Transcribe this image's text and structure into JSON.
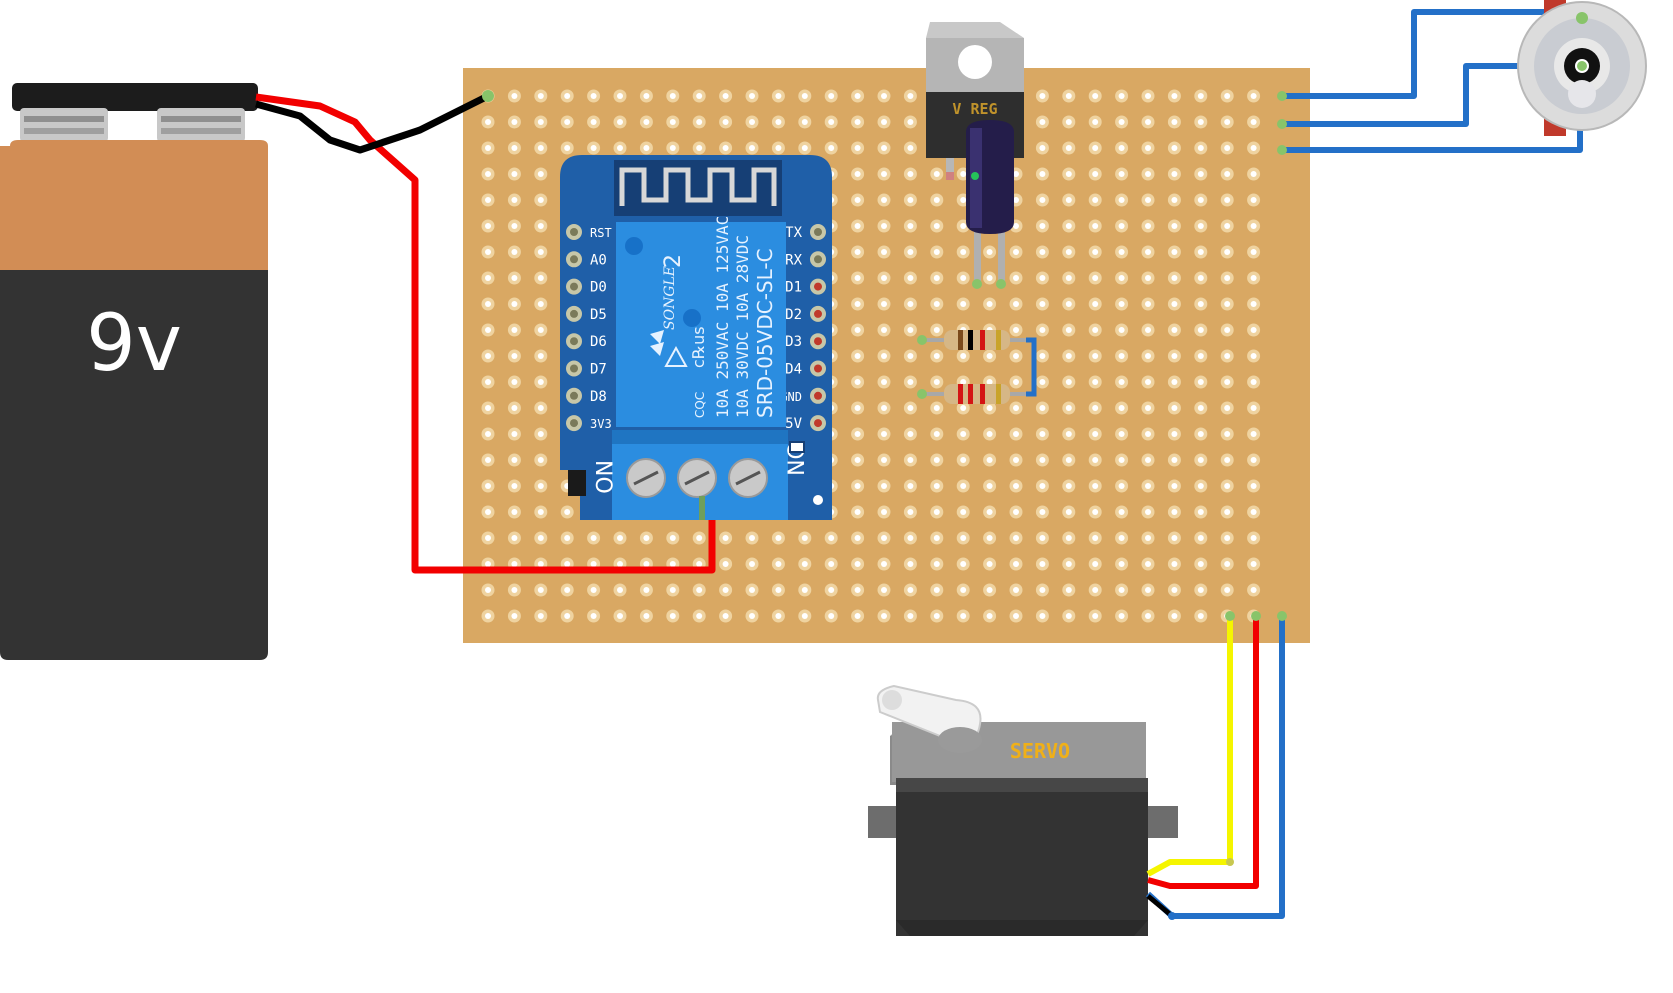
{
  "battery": {
    "label": "9v"
  },
  "wemos": {
    "left_pins": [
      "RST",
      "A0",
      "D0",
      "D5",
      "D6",
      "D7",
      "D8",
      "3V3"
    ],
    "right_pins": [
      "TX",
      "RX",
      "D1",
      "D2",
      "D3",
      "D4",
      "GND",
      "5V"
    ]
  },
  "relay": {
    "brand": "SONGLE",
    "model": "SRD-05VDC-SL-C",
    "rating_line1": "10A 250VAC  10A 125VAC",
    "rating_line2": "10A 30VDC  10A 28VDC",
    "cert_cqc": "CQC",
    "cert_ul": "c℞us",
    "number": "2",
    "terminal_no": "NO",
    "terminal_nc": "NC"
  },
  "regulator": {
    "label": "V REG"
  },
  "servo": {
    "label": "SERVO"
  },
  "colors": {
    "board": "#d9a863",
    "hole": "#ffffff",
    "wire_red": "#f20000",
    "wire_black": "#000000",
    "wire_blue": "#2370c8",
    "wire_yellow": "#f5f500",
    "pcb_blue": "#1f5fa8",
    "relay_blue": "#2b8de0",
    "battery_top": "#d28d55",
    "battery_body": "#333333"
  }
}
